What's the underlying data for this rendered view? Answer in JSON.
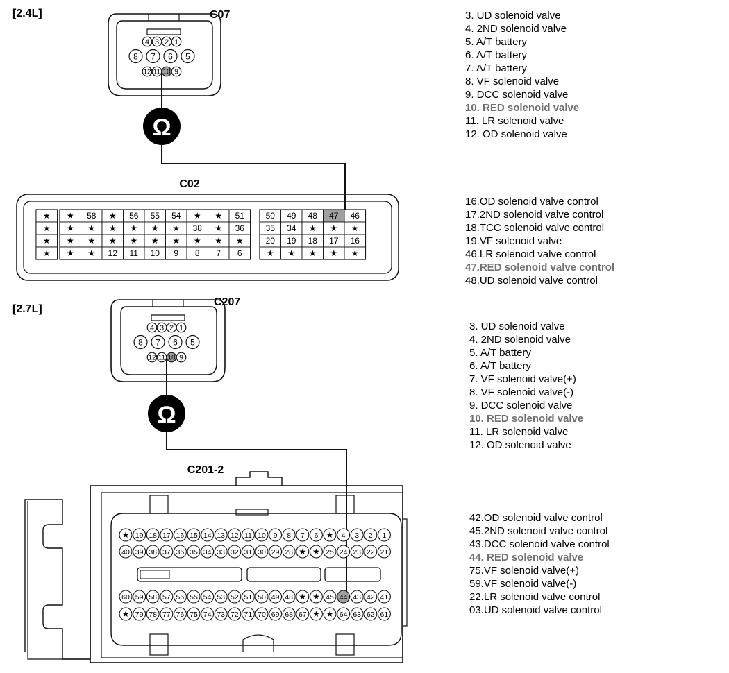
{
  "sections": [
    {
      "variant": "[2.4L]",
      "plug_name": "C07",
      "plug": {
        "row1": [
          "4",
          "3",
          "2",
          "1"
        ],
        "row2": [
          "8",
          "7",
          "6",
          "5"
        ],
        "row3": [
          "12",
          "11",
          "10",
          "9"
        ],
        "highlight": "10"
      },
      "meter_symbol": "Ω",
      "ecu_name": "C02",
      "ecu_grid": {
        "rows": [
          [
            "★",
            "★",
            "58",
            "★",
            "56",
            "55",
            "54",
            "★",
            "★",
            "51",
            "50",
            "49",
            "48",
            "47",
            "46"
          ],
          [
            "★",
            "★",
            "★",
            "★",
            "★",
            "★",
            "★",
            "38",
            "★",
            "36",
            "35",
            "34",
            "★",
            "★",
            "★"
          ],
          [
            "★",
            "★",
            "★",
            "★",
            "★",
            "★",
            "★",
            "★",
            "★",
            "★",
            "20",
            "19",
            "18",
            "17",
            "16"
          ],
          [
            "★",
            "★",
            "★",
            "12",
            "11",
            "10",
            "9",
            "8",
            "7",
            "6",
            "★",
            "★",
            "★",
            "★",
            "★"
          ]
        ],
        "highlight": "47"
      },
      "plug_list": [
        {
          "text": "3. UD solenoid valve",
          "highlight": false
        },
        {
          "text": "4. 2ND solenoid valve",
          "highlight": false
        },
        {
          "text": "5. A/T battery",
          "highlight": false
        },
        {
          "text": "6. A/T battery",
          "highlight": false
        },
        {
          "text": "7. A/T battery",
          "highlight": false
        },
        {
          "text": "8. VF solenoid valve",
          "highlight": false
        },
        {
          "text": "9. DCC solenoid valve",
          "highlight": false
        },
        {
          "text": "10. RED solenoid valve",
          "highlight": true
        },
        {
          "text": "11. LR solenoid valve",
          "highlight": false
        },
        {
          "text": "12. OD solenoid valve",
          "highlight": false
        }
      ],
      "ecu_list": [
        {
          "text": "16.OD solenoid valve control",
          "highlight": false
        },
        {
          "text": "17.2ND solenoid valve control",
          "highlight": false
        },
        {
          "text": "18.TCC solenoid valve control",
          "highlight": false
        },
        {
          "text": "19.VF solenoid valve",
          "highlight": false
        },
        {
          "text": "46.LR solenoid valve control",
          "highlight": false
        },
        {
          "text": "47.RED solenoid valve control",
          "highlight": true
        },
        {
          "text": "48.UD solenoid valve control",
          "highlight": false
        }
      ]
    },
    {
      "variant": "[2.7L]",
      "plug_name": "C207",
      "plug": {
        "row1": [
          "4",
          "3",
          "2",
          "1"
        ],
        "row2": [
          "8",
          "7",
          "6",
          "5"
        ],
        "row3": [
          "12",
          "11",
          "10",
          "9"
        ],
        "highlight": "10"
      },
      "meter_symbol": "Ω",
      "ecu_name": "C201-2",
      "ecu_pins": {
        "rows": [
          [
            "★",
            "19",
            "18",
            "17",
            "16",
            "15",
            "14",
            "13",
            "12",
            "11",
            "10",
            "9",
            "8",
            "7",
            "6",
            "★",
            "4",
            "3",
            "2",
            "1"
          ],
          [
            "40",
            "39",
            "38",
            "37",
            "36",
            "35",
            "34",
            "33",
            "32",
            "31",
            "30",
            "29",
            "28",
            "★",
            "★",
            "25",
            "24",
            "23",
            "22",
            "21"
          ],
          [
            "60",
            "59",
            "58",
            "57",
            "56",
            "55",
            "54",
            "53",
            "52",
            "51",
            "50",
            "49",
            "48",
            "★",
            "★",
            "45",
            "44",
            "43",
            "42",
            "41"
          ],
          [
            "★",
            "79",
            "78",
            "77",
            "76",
            "75",
            "74",
            "73",
            "72",
            "71",
            "70",
            "69",
            "68",
            "67",
            "★",
            "★",
            "64",
            "63",
            "62",
            "61"
          ]
        ],
        "highlight": "44"
      },
      "plug_list": [
        {
          "text": "3. UD solenoid valve",
          "highlight": false
        },
        {
          "text": "4. 2ND solenoid valve",
          "highlight": false
        },
        {
          "text": "5. A/T battery",
          "highlight": false
        },
        {
          "text": "6. A/T battery",
          "highlight": false
        },
        {
          "text": "7. VF solenoid valve(+)",
          "highlight": false
        },
        {
          "text": "8. VF solenoid valve(-)",
          "highlight": false
        },
        {
          "text": "9. DCC solenoid valve",
          "highlight": false
        },
        {
          "text": "10. RED solenoid valve",
          "highlight": true
        },
        {
          "text": "11. LR solenoid valve",
          "highlight": false
        },
        {
          "text": "12. OD solenoid valve",
          "highlight": false
        }
      ],
      "ecu_list": [
        {
          "text": "42.OD solenoid valve control",
          "highlight": false
        },
        {
          "text": "45.2ND solenoid valve control",
          "highlight": false
        },
        {
          "text": "43.DCC solenoid valve control",
          "highlight": false
        },
        {
          "text": "44. RED solenoid valve",
          "highlight": true
        },
        {
          "text": "75.VF solenoid valve(+)",
          "highlight": false
        },
        {
          "text": "59.VF solenoid valve(-)",
          "highlight": false
        },
        {
          "text": "22.LR solenoid valve control",
          "highlight": false
        },
        {
          "text": "03.UD solenoid valve control",
          "highlight": false
        }
      ]
    }
  ],
  "colors": {
    "line": "#111111",
    "highlight_fill": "#a0a0a0",
    "highlight_text": "#707070",
    "meter_fill": "#000000",
    "meter_text": "#ffffff"
  }
}
